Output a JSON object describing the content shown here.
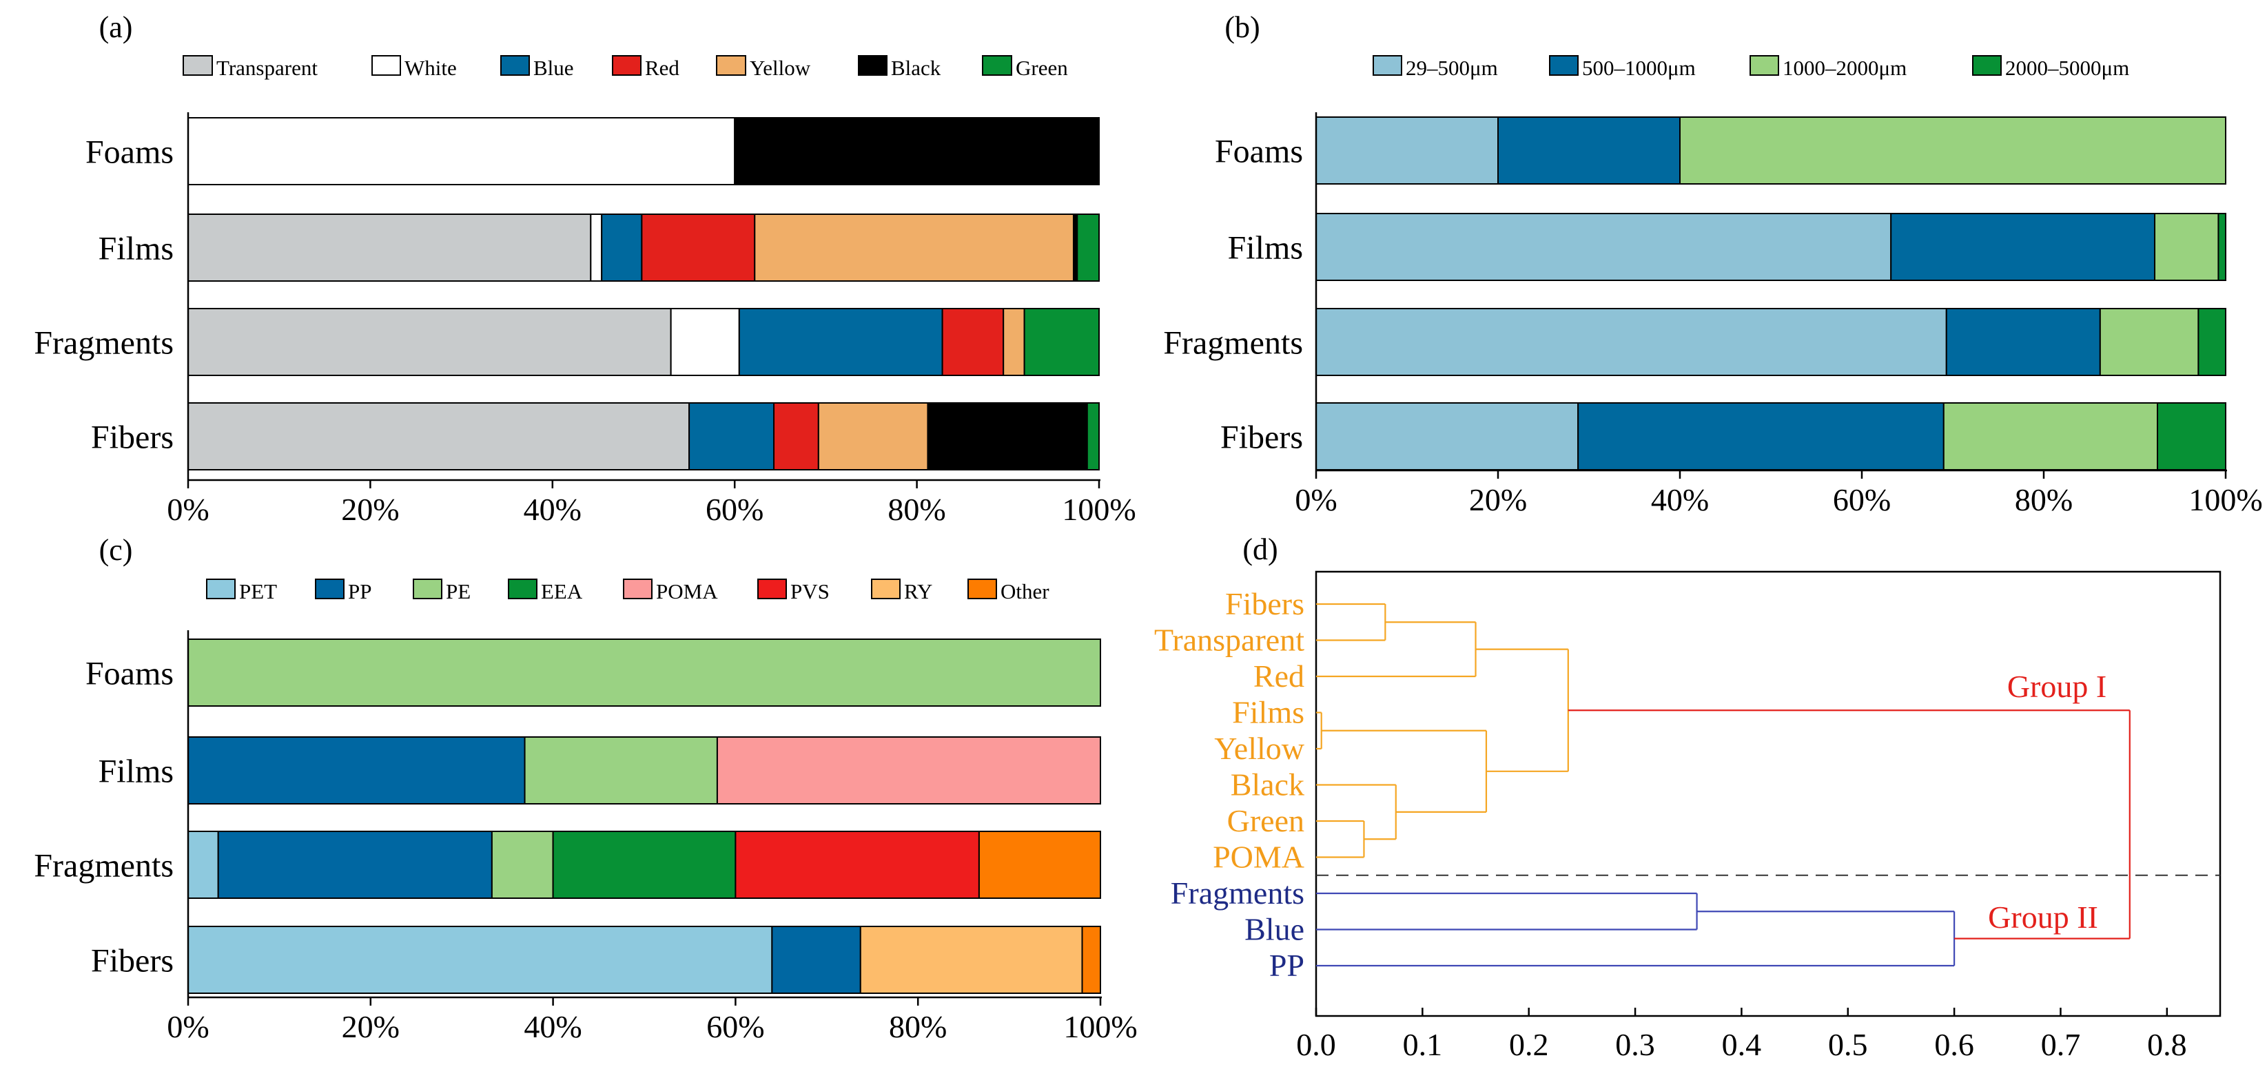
{
  "colors": {
    "Transparent": "#c8cbcc",
    "White": "#ffffff",
    "Blue": "#00699e",
    "Red": "#e3211c",
    "Yellow": "#f0ae68",
    "Black": "#000000",
    "Green": "#079135",
    "29–500μm": "#8ec2d6",
    "500–1000μm": "#00699e",
    "1000–2000μm": "#99d27f",
    "2000–5000μm": "#079135",
    "PET": "#8ec9de",
    "PP": "#0067a2",
    "PE": "#9ad283",
    "EEA": "#079135",
    "POMA": "#fb9a9a",
    "PVS": "#ee1d1d",
    "RY": "#fdbc6b",
    "Other": "#fd7c00",
    "group_I_text": "#f39c1a",
    "group_II_text": "#1e2b86",
    "group_I_line": "#f5a623",
    "group_II_line": "#3f48b5",
    "root_line": "#e3211c"
  },
  "chart_data": [
    {
      "panel": "(a)",
      "type": "bar",
      "orientation": "horizontal",
      "stacked": true,
      "categories": [
        "Foams",
        "Films",
        "Fragments",
        "Fibers"
      ],
      "x_ticks": [
        "0%",
        "20%",
        "40%",
        "60%",
        "80%",
        "100%"
      ],
      "xlim": [
        0,
        100
      ],
      "legend": "top",
      "series": [
        {
          "name": "Transparent",
          "values": [
            0,
            44.2,
            53.0,
            55.0
          ]
        },
        {
          "name": "White",
          "values": [
            60.0,
            1.2,
            7.5,
            0
          ]
        },
        {
          "name": "Blue",
          "values": [
            0,
            4.4,
            22.3,
            9.3
          ]
        },
        {
          "name": "Red",
          "values": [
            0,
            12.4,
            6.7,
            4.9
          ]
        },
        {
          "name": "Yellow",
          "values": [
            0,
            35.0,
            2.3,
            12.0
          ]
        },
        {
          "name": "Black",
          "values": [
            40.0,
            0.4,
            0,
            17.5
          ]
        },
        {
          "name": "Green",
          "values": [
            0,
            2.4,
            8.2,
            1.3
          ]
        }
      ]
    },
    {
      "panel": "(b)",
      "type": "bar",
      "orientation": "horizontal",
      "stacked": true,
      "categories": [
        "Foams",
        "Films",
        "Fragments",
        "Fibers"
      ],
      "x_ticks": [
        "0%",
        "20%",
        "40%",
        "60%",
        "80%",
        "100%"
      ],
      "xlim": [
        0,
        100
      ],
      "legend": "top",
      "series": [
        {
          "name": "29–500μm",
          "values": [
            20.0,
            63.2,
            69.3,
            28.8
          ]
        },
        {
          "name": "500–1000μm",
          "values": [
            20.0,
            29.0,
            16.9,
            40.2
          ]
        },
        {
          "name": "1000–2000μm",
          "values": [
            60.0,
            7.0,
            10.8,
            23.5
          ]
        },
        {
          "name": "2000–5000μm",
          "values": [
            0,
            0.8,
            3.0,
            7.5
          ]
        }
      ]
    },
    {
      "panel": "(c)",
      "type": "bar",
      "orientation": "horizontal",
      "stacked": true,
      "categories": [
        "Foams",
        "Films",
        "Fragments",
        "Fibers"
      ],
      "x_ticks": [
        "0%",
        "20%",
        "40%",
        "60%",
        "80%",
        "100%"
      ],
      "xlim": [
        0,
        100
      ],
      "legend": "top",
      "series": [
        {
          "name": "PET",
          "values": [
            0,
            0,
            3.3,
            64.0
          ]
        },
        {
          "name": "PP",
          "values": [
            0,
            36.9,
            30.0,
            9.7
          ]
        },
        {
          "name": "PE",
          "values": [
            100.0,
            21.1,
            6.7,
            0
          ]
        },
        {
          "name": "EEA",
          "values": [
            0,
            0,
            20.0,
            0
          ]
        },
        {
          "name": "POMA",
          "values": [
            0,
            42.0,
            0,
            0
          ]
        },
        {
          "name": "PVS",
          "values": [
            0,
            0,
            26.7,
            0
          ]
        },
        {
          "name": "RY",
          "values": [
            0,
            0,
            0,
            24.3
          ]
        },
        {
          "name": "Other",
          "values": [
            0,
            0,
            13.3,
            2.0
          ]
        }
      ]
    },
    {
      "panel": "(d)",
      "type": "dendrogram",
      "x_ticks": [
        "0.0",
        "0.1",
        "0.2",
        "0.3",
        "0.4",
        "0.5",
        "0.6",
        "0.7",
        "0.8"
      ],
      "xlim": [
        0,
        0.85
      ],
      "leaves": [
        {
          "label": "Fibers",
          "group": "I"
        },
        {
          "label": "Transparent",
          "group": "I"
        },
        {
          "label": "Red",
          "group": "I"
        },
        {
          "label": "Films",
          "group": "I"
        },
        {
          "label": "Yellow",
          "group": "I"
        },
        {
          "label": "Black",
          "group": "I"
        },
        {
          "label": "Green",
          "group": "I"
        },
        {
          "label": "POMA",
          "group": "I"
        },
        {
          "label": "Fragments",
          "group": "II"
        },
        {
          "label": "Blue",
          "group": "II"
        },
        {
          "label": "PP",
          "group": "II"
        }
      ],
      "merges": [
        {
          "left": "Fibers",
          "right": "Transparent",
          "height": 0.065,
          "id": "m1",
          "group": "I"
        },
        {
          "left": "m1",
          "right": "Red",
          "height": 0.15,
          "id": "m2",
          "group": "I"
        },
        {
          "left": "Films",
          "right": "Yellow",
          "height": 0.005,
          "id": "m3",
          "group": "I"
        },
        {
          "left": "Green",
          "right": "POMA",
          "height": 0.045,
          "id": "m4",
          "group": "I"
        },
        {
          "left": "Black",
          "right": "m4",
          "height": 0.075,
          "id": "m5",
          "group": "I"
        },
        {
          "left": "m3",
          "right": "m5",
          "height": 0.16,
          "id": "m6",
          "group": "I"
        },
        {
          "left": "m2",
          "right": "m6",
          "height": 0.237,
          "id": "m7",
          "group": "I"
        },
        {
          "left": "Fragments",
          "right": "Blue",
          "height": 0.358,
          "id": "m8",
          "group": "II"
        },
        {
          "left": "m8",
          "right": "PP",
          "height": 0.6,
          "id": "m9",
          "group": "II"
        },
        {
          "left": "m7",
          "right": "m9",
          "height": 0.765,
          "id": "m10",
          "group": "root"
        }
      ],
      "cut_label_I": "Group I",
      "cut_label_II": "Group II"
    }
  ]
}
